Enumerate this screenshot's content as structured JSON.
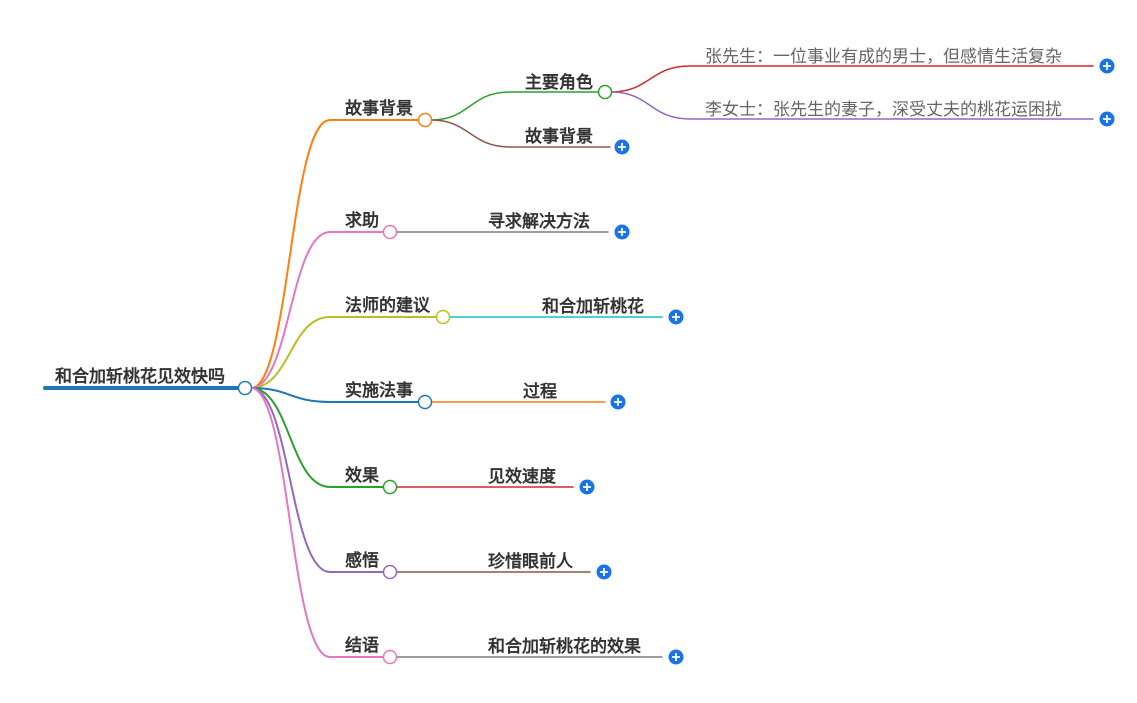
{
  "mindmap": {
    "root": {
      "label": "和合加斩桃花见效快吗",
      "color": "#1f77b4"
    },
    "branches": [
      {
        "label": "故事背景",
        "color": "#ff7f0e",
        "children": [
          {
            "label": "主要角色",
            "color": "#2ca02c",
            "children": [
              {
                "label": "张先生：一位事业有成的男士，但感情生活复杂",
                "color": "#d62728"
              },
              {
                "label": "李女士：张先生的妻子，深受丈夫的桃花运困扰",
                "color": "#9467bd"
              }
            ]
          },
          {
            "label": "故事背景",
            "color": "#8c564b"
          }
        ]
      },
      {
        "label": "求助",
        "color": "#e377c2",
        "children": [
          {
            "label": "寻求解决方法",
            "color": "#7f7f7f"
          }
        ]
      },
      {
        "label": "法师的建议",
        "color": "#bcbd22",
        "children": [
          {
            "label": "和合加斩桃花",
            "color": "#17becf"
          }
        ]
      },
      {
        "label": "实施法事",
        "color": "#1f77b4",
        "children": [
          {
            "label": "过程",
            "color": "#ff7f0e"
          }
        ]
      },
      {
        "label": "效果",
        "color": "#2ca02c",
        "children": [
          {
            "label": "见效速度",
            "color": "#d62728"
          }
        ]
      },
      {
        "label": "感悟",
        "color": "#9467bd",
        "children": [
          {
            "label": "珍惜眼前人",
            "color": "#8c564b"
          }
        ]
      },
      {
        "label": "结语",
        "color": "#e377c2",
        "children": [
          {
            "label": "和合加斩桃花的效果",
            "color": "#7f7f7f"
          }
        ]
      }
    ]
  },
  "icons": {
    "expand": "plus-icon",
    "toggle": "circle-toggle-icon"
  },
  "theme": {
    "text": "#333333",
    "leaf_text": "#666666",
    "expand_button": "#1a73e8",
    "expand_icon": "#ffffff"
  }
}
